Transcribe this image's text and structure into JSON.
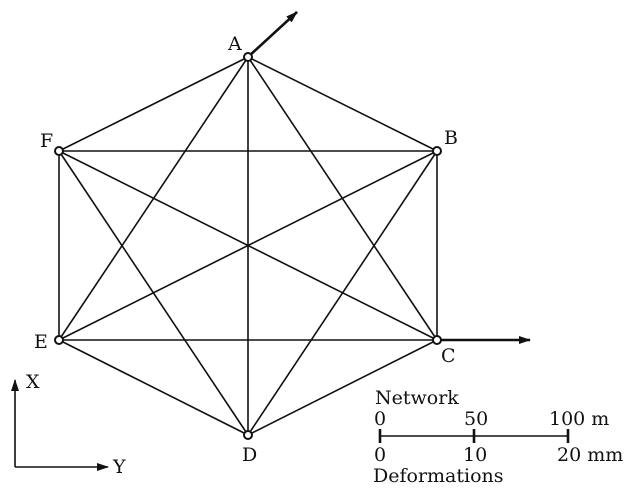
{
  "nodes": {
    "A": "A",
    "B": "B",
    "C": "C",
    "D": "D",
    "E": "E",
    "F": "F"
  },
  "axes": {
    "x": "X",
    "y": "Y"
  },
  "scale": {
    "network_title": "Network",
    "network_ticks": [
      "0",
      "50",
      "100 m"
    ],
    "deformation_ticks": [
      "0",
      "10",
      "20 mm"
    ],
    "deformation_title": "Deformations"
  },
  "network_edges": [
    [
      "A",
      "B"
    ],
    [
      "B",
      "C"
    ],
    [
      "C",
      "D"
    ],
    [
      "D",
      "E"
    ],
    [
      "E",
      "F"
    ],
    [
      "F",
      "A"
    ],
    [
      "A",
      "D"
    ],
    [
      "B",
      "E"
    ],
    [
      "C",
      "F"
    ],
    [
      "A",
      "C"
    ],
    [
      "C",
      "E"
    ],
    [
      "E",
      "A"
    ],
    [
      "B",
      "D"
    ],
    [
      "D",
      "F"
    ],
    [
      "F",
      "B"
    ]
  ],
  "displacement_vectors": [
    {
      "node": "A",
      "direction": "up-right"
    },
    {
      "node": "C",
      "direction": "right"
    }
  ],
  "colors": {
    "line": "#111111",
    "background": "#ffffff"
  }
}
